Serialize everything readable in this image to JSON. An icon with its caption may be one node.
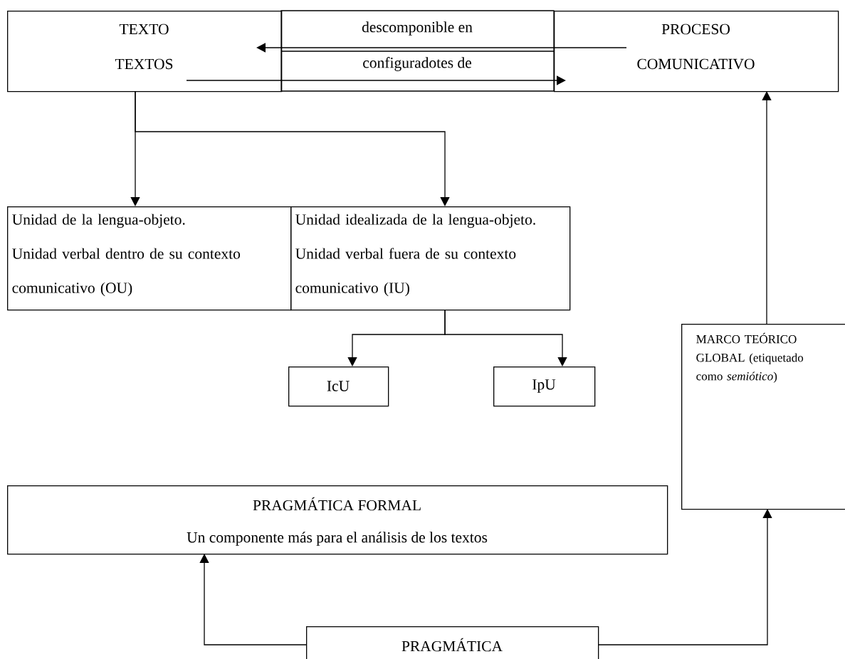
{
  "diagram": {
    "nodes": [
      {
        "text": [
          "TEXTO",
          "TEXTOS"
        ]
      },
      {
        "text": [
          "PROCESO",
          "COMUNICATIVO"
        ]
      },
      {
        "text": [
          "Unidad de la lengua-objeto.",
          "Unidad verbal dentro de su contexto comunicativo (OU)"
        ]
      },
      {
        "text": [
          "Unidad idealizada de la lengua-objeto.",
          "Unidad verbal fuera de su contexto comunicativo (IU)"
        ]
      },
      {
        "text": [
          "IcU"
        ]
      },
      {
        "text": [
          "IpU"
        ]
      },
      {
        "text": [
          "MARCO TEÓRICO GLOBAL (etiquetado como *semiótico*)"
        ]
      },
      {
        "text": [
          "PRAGMÁTICA FORMAL",
          "Un componente más para el análisis de los textos"
        ]
      },
      {
        "text": [
          "PRAGMÁTICA"
        ]
      }
    ],
    "edges": [
      {
        "from": 1,
        "to": 0,
        "arrow": "to",
        "label": "descomponible en"
      },
      {
        "from": 0,
        "to": 1,
        "arrow": "to",
        "label": "configuradotes de"
      },
      {
        "from": 0,
        "to": 2,
        "arrow": "to"
      },
      {
        "from": 0,
        "to": 3,
        "arrow": "to"
      },
      {
        "from": 3,
        "to": 4,
        "arrow": "to"
      },
      {
        "from": 3,
        "to": 5,
        "arrow": "to"
      },
      {
        "from": 6,
        "to": 1,
        "arrow": "to"
      },
      {
        "from": 8,
        "to": 7,
        "arrow": "to"
      },
      {
        "from": 8,
        "to": 6,
        "arrow": "to"
      }
    ]
  }
}
